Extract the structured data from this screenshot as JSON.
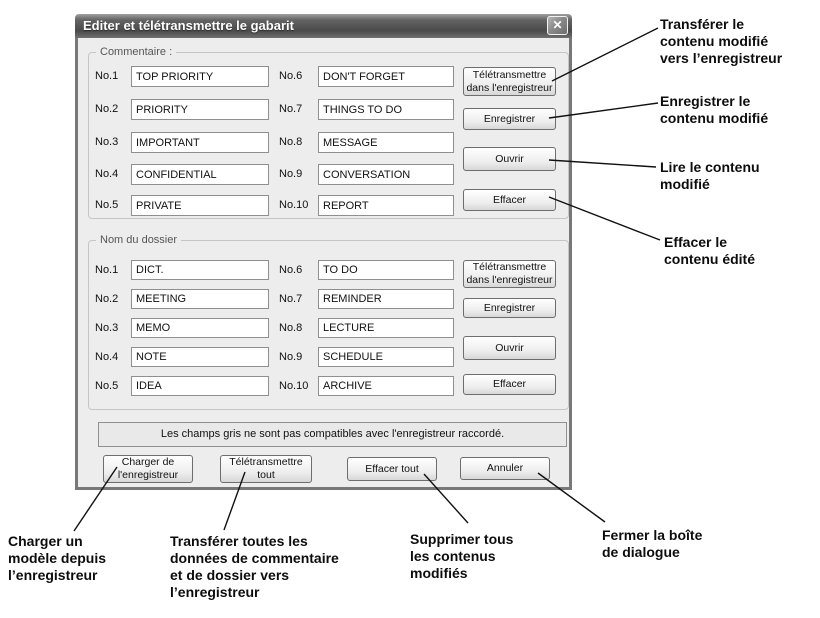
{
  "window": {
    "title": "Editer et télétransmettre le gabarit"
  },
  "icons": {
    "close": "✕"
  },
  "groups": [
    {
      "label": "Commentaire :",
      "fields": [
        {
          "no": "No.1",
          "value": "TOP PRIORITY"
        },
        {
          "no": "No.2",
          "value": "PRIORITY"
        },
        {
          "no": "No.3",
          "value": "IMPORTANT"
        },
        {
          "no": "No.4",
          "value": "CONFIDENTIAL"
        },
        {
          "no": "No.5",
          "value": "PRIVATE"
        },
        {
          "no": "No.6",
          "value": "DON'T FORGET"
        },
        {
          "no": "No.7",
          "value": "THINGS TO DO"
        },
        {
          "no": "No.8",
          "value": "MESSAGE"
        },
        {
          "no": "No.9",
          "value": "CONVERSATION"
        },
        {
          "no": "No.10",
          "value": "REPORT"
        }
      ],
      "buttons": {
        "transmit": "Télétransmettre\ndans l'enregistreur",
        "save": "Enregistrer",
        "open": "Ouvrir",
        "erase": "Effacer"
      }
    },
    {
      "label": "Nom du dossier",
      "fields": [
        {
          "no": "No.1",
          "value": "DICT."
        },
        {
          "no": "No.2",
          "value": "MEETING"
        },
        {
          "no": "No.3",
          "value": "MEMO"
        },
        {
          "no": "No.4",
          "value": "NOTE"
        },
        {
          "no": "No.5",
          "value": "IDEA"
        },
        {
          "no": "No.6",
          "value": "TO DO"
        },
        {
          "no": "No.7",
          "value": "REMINDER"
        },
        {
          "no": "No.8",
          "value": "LECTURE"
        },
        {
          "no": "No.9",
          "value": "SCHEDULE"
        },
        {
          "no": "No.10",
          "value": "ARCHIVE"
        }
      ],
      "buttons": {
        "transmit": "Télétransmettre\ndans l'enregistreur",
        "save": "Enregistrer",
        "open": "Ouvrir",
        "erase": "Effacer"
      }
    }
  ],
  "note": "Les champs gris ne sont pas compatibles avec l'enregistreur raccordé.",
  "bottom_buttons": {
    "load": "Charger de\nl'enregistreur",
    "transmit_all": "Télétransmettre\ntout",
    "erase_all": "Effacer tout",
    "cancel": "Annuler"
  },
  "callouts": [
    "Transférer le\ncontenu modifié\nvers l’enregistreur",
    "Enregistrer le\ncontenu modifié",
    "Lire le contenu\nmodifié",
    "Effacer le\ncontenu édité",
    "Charger un\nmodèle depuis\nl’enregistreur",
    "Transférer toutes les\ndonnées de commentaire\net de dossier vers\nl’enregistreur",
    "Supprimer tous\nles contenus\nmodifiés",
    "Fermer la boîte\nde dialogue"
  ],
  "colors": {
    "titlebar_dark": "#4a4a4a",
    "titlebar_light": "#a0a0a0",
    "dialog_bg": "#ededed",
    "callout_line": "#111111"
  }
}
